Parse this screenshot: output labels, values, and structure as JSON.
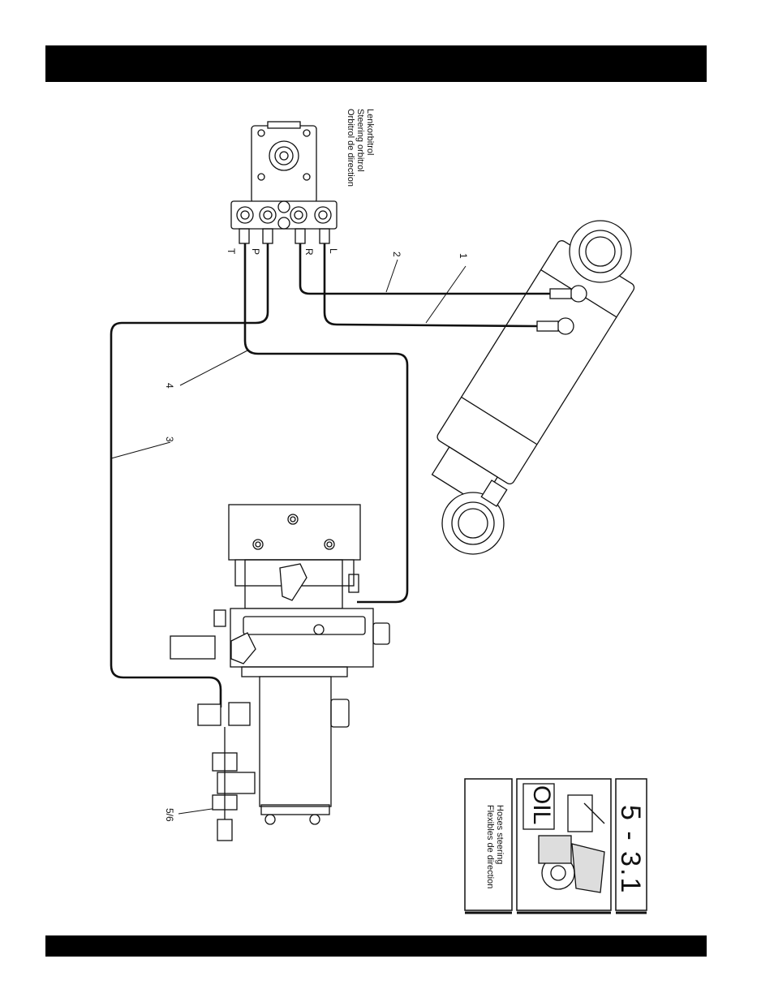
{
  "header_bar": "",
  "footer_bar": "",
  "orbitrol_labels": [
    "Lenkorbitrol",
    "Steering orbitrol",
    "Orbitrol de direction"
  ],
  "port_labels": {
    "L": "L",
    "R": "R",
    "P": "P",
    "T": "T"
  },
  "callouts": {
    "one": "1",
    "two": "2",
    "three": "3",
    "four": "4",
    "five_six": "5/6"
  },
  "tab": {
    "section": "5 - 3.1",
    "oil": "OIL",
    "title_line1": "Hoses steering",
    "title_line2": "Flexibles de direction"
  }
}
